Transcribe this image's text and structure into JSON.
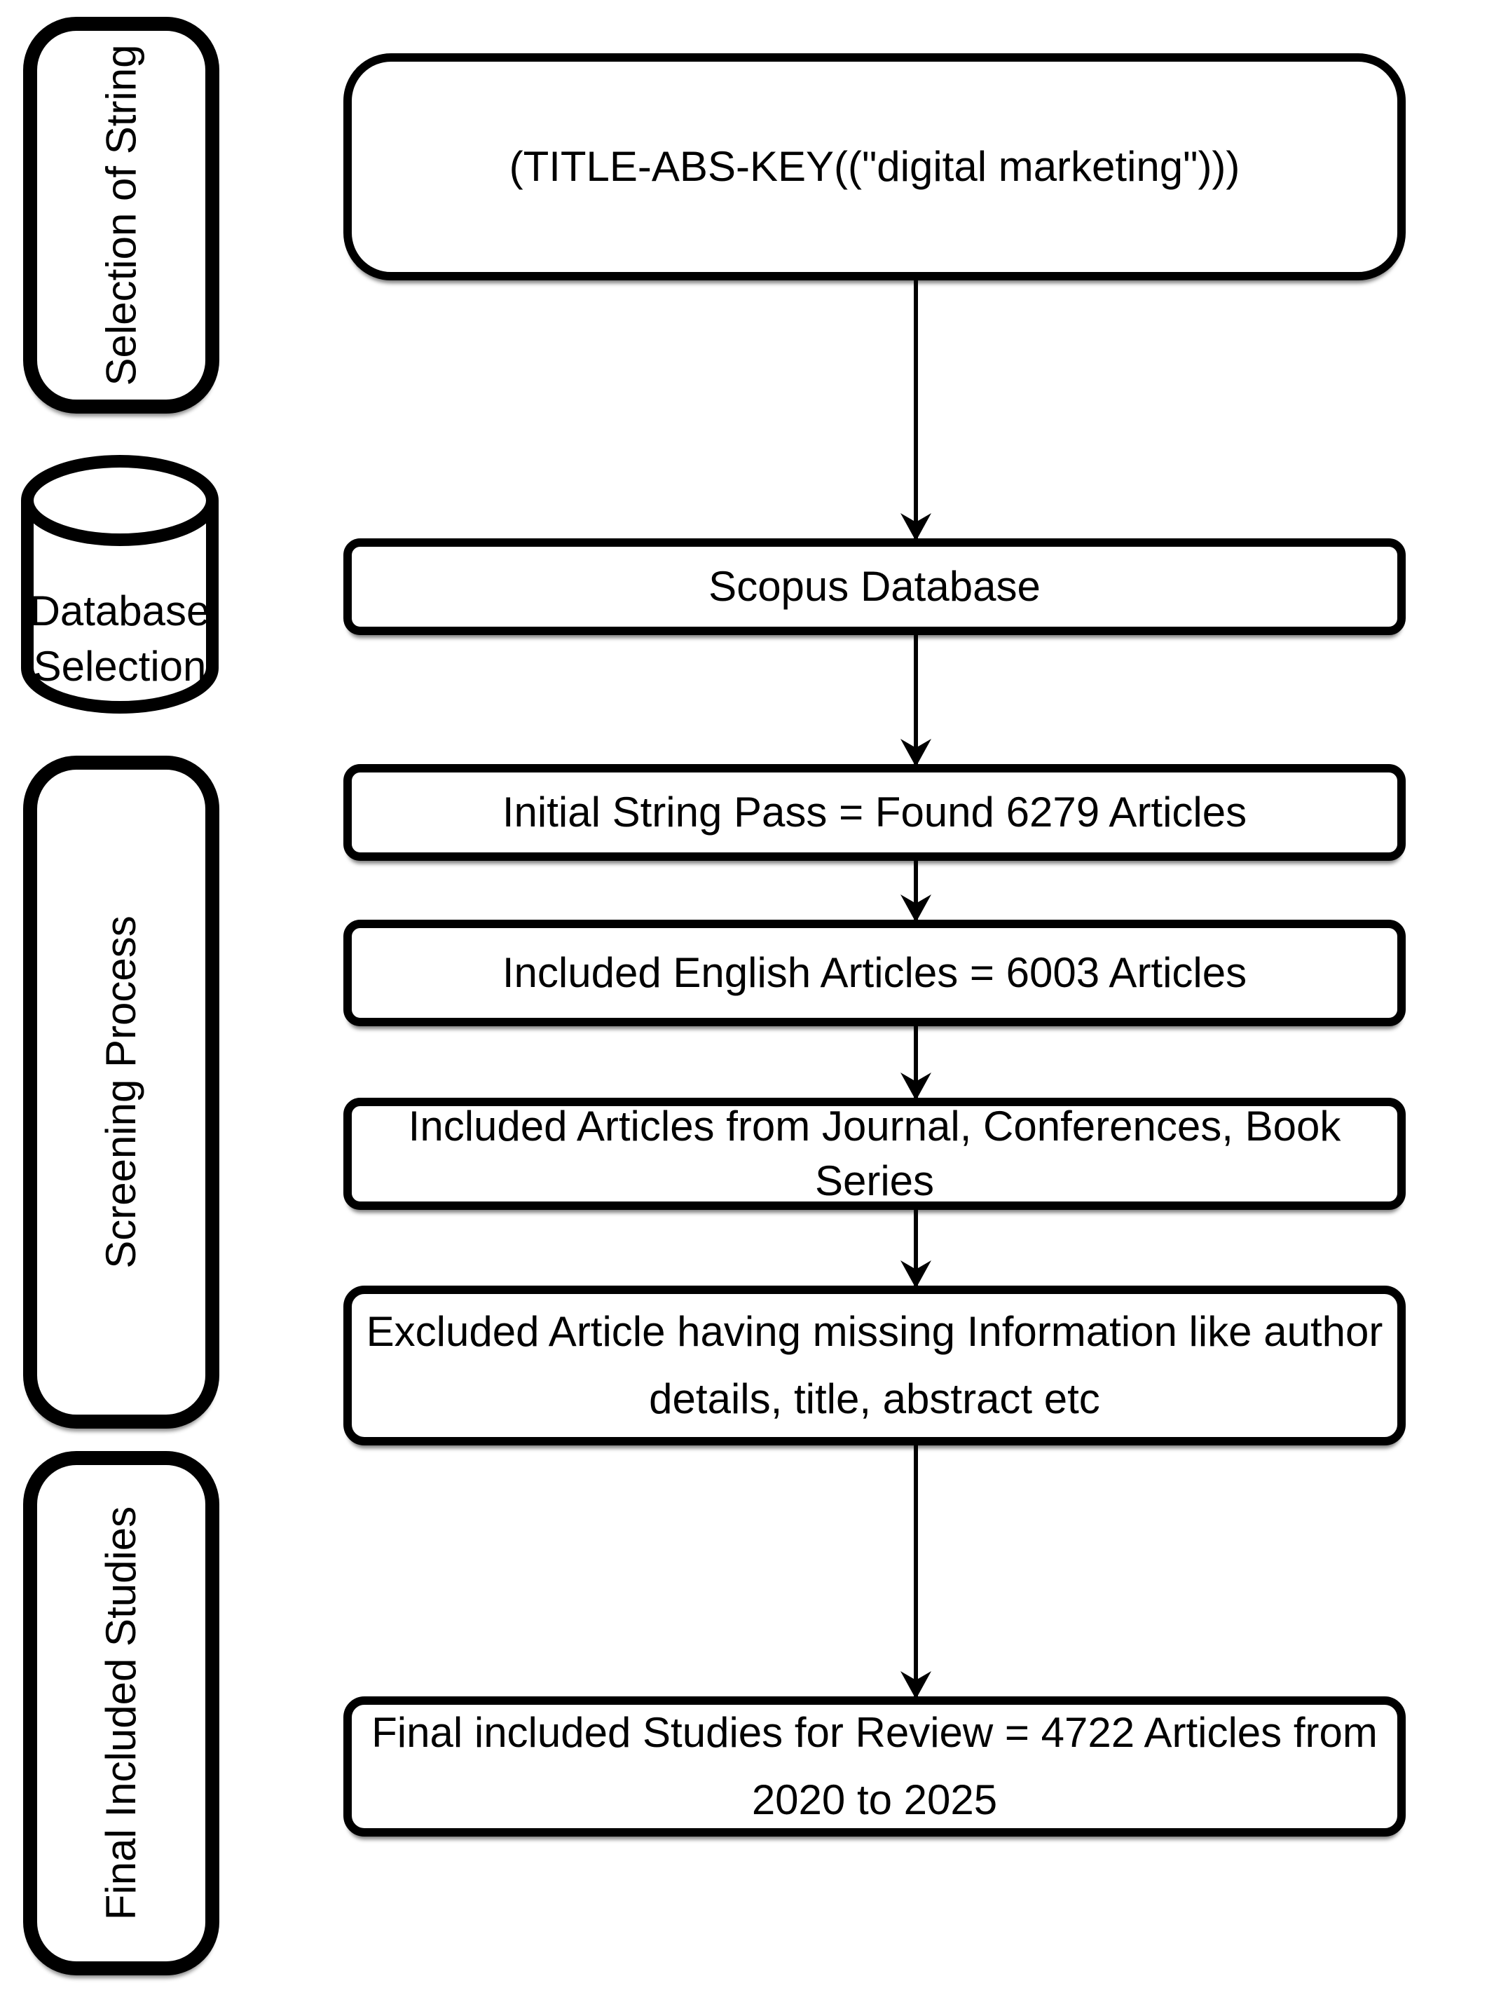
{
  "diagram": {
    "type": "flowchart",
    "stages": [
      {
        "label": "Selection of String",
        "shape": "rounded-rectangle"
      },
      {
        "label": "Database Selection",
        "shape": "cylinder"
      },
      {
        "label": "Screening Process",
        "shape": "rounded-rectangle"
      },
      {
        "label": "Final Included Studies",
        "shape": "rounded-rectangle"
      }
    ],
    "flow_boxes": [
      {
        "lines": [
          "(TITLE-ABS-KEY((\"digital marketing\")))"
        ]
      },
      {
        "lines": [
          "Scopus Database"
        ]
      },
      {
        "lines": [
          "Initial String Pass = Found 6279 Articles"
        ]
      },
      {
        "lines": [
          "Included English Articles = 6003 Articles"
        ]
      },
      {
        "lines": [
          "Included Articles from Journal, Conferences, Book",
          "Series"
        ]
      },
      {
        "lines": [
          "Excluded Article having missing Information like author",
          "details, title, abstract etc"
        ]
      },
      {
        "lines": [
          "Final included Studies for Review = 4722 Articles from",
          "2020 to 2025"
        ]
      }
    ],
    "colors": {
      "stroke": "#000000",
      "fill": "#ffffff",
      "text": "#000000",
      "background": "#ffffff"
    }
  }
}
